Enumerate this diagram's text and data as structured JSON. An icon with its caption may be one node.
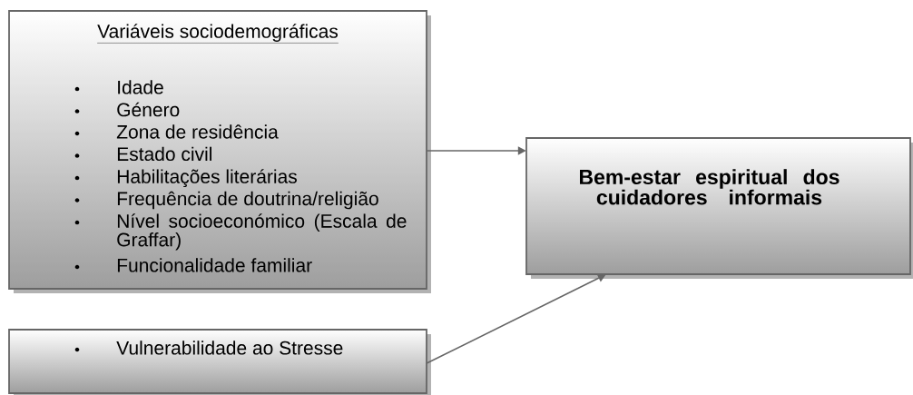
{
  "diagram": {
    "nodes": [
      {
        "text": [
          "Variáveis sociodemográficas",
          "Idade",
          "Género",
          "Zona de residência",
          "Estado civil",
          "Habilitações literárias",
          "Frequência de doutrina/religião",
          "Nível socioeconómico (Escala de Graffar)",
          "Funcionalidade familiar"
        ]
      },
      {
        "text": [
          "Bem-estar espiritual dos cuidadores informais"
        ]
      },
      {
        "text": [
          "Vulnerabilidade ao Stresse"
        ]
      }
    ],
    "edges": [
      {
        "from": 0,
        "to": 1,
        "arrow": "to"
      },
      {
        "from": 2,
        "to": 1,
        "arrow": "to"
      }
    ]
  }
}
